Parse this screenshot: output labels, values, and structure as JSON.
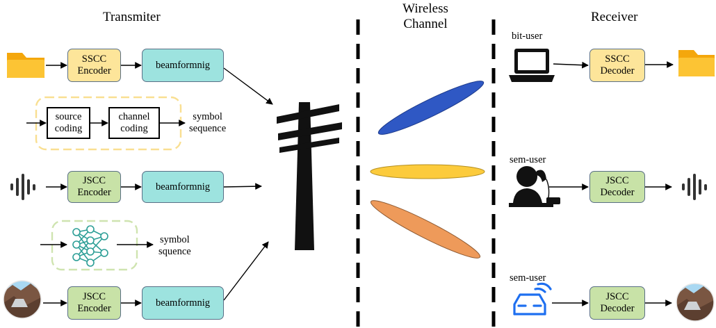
{
  "headers": {
    "transmitter": "Transmiter",
    "wireless_channel": [
      "Wireless",
      "Channel"
    ],
    "receiver": "Receiver"
  },
  "transmitter": {
    "row1": {
      "encoder": [
        "SSCC",
        "Encoder"
      ],
      "beamforming": "beamformnig"
    },
    "separate_coding": {
      "source": [
        "source",
        "coding"
      ],
      "channel": [
        "channel",
        "coding"
      ],
      "output": [
        "symbol",
        "sequence"
      ]
    },
    "row2": {
      "encoder": [
        "JSCC",
        "Encoder"
      ],
      "beamforming": "beamformnig"
    },
    "neural_net": {
      "output": [
        "symbol",
        "squence"
      ]
    },
    "row3": {
      "encoder": [
        "JSCC",
        "Encoder"
      ],
      "beamforming": "beamformnig"
    }
  },
  "receiver": {
    "user1": {
      "label": "bit-user",
      "decoder": [
        "SSCC",
        "Decoder"
      ]
    },
    "user2": {
      "label": "sem-user",
      "decoder": [
        "JSCC",
        "Decoder"
      ]
    },
    "user3": {
      "label": "sem-user",
      "decoder": [
        "JSCC",
        "Decoder"
      ]
    }
  },
  "colors": {
    "sscc": "#fde59a",
    "jscc": "#c8e2a7",
    "beamforming": "#9de3df",
    "beam1": "#2f58c4",
    "beam2": "#fccb3c",
    "beam3": "#ee9a5a",
    "folder": "#fbb117",
    "car": "#1e6ff0"
  },
  "icons": [
    "folder-icon",
    "audio-wave-icon",
    "image-icon",
    "laptop-icon",
    "person-phone-icon",
    "car-icon",
    "neural-network-icon",
    "antenna-tower-icon"
  ]
}
